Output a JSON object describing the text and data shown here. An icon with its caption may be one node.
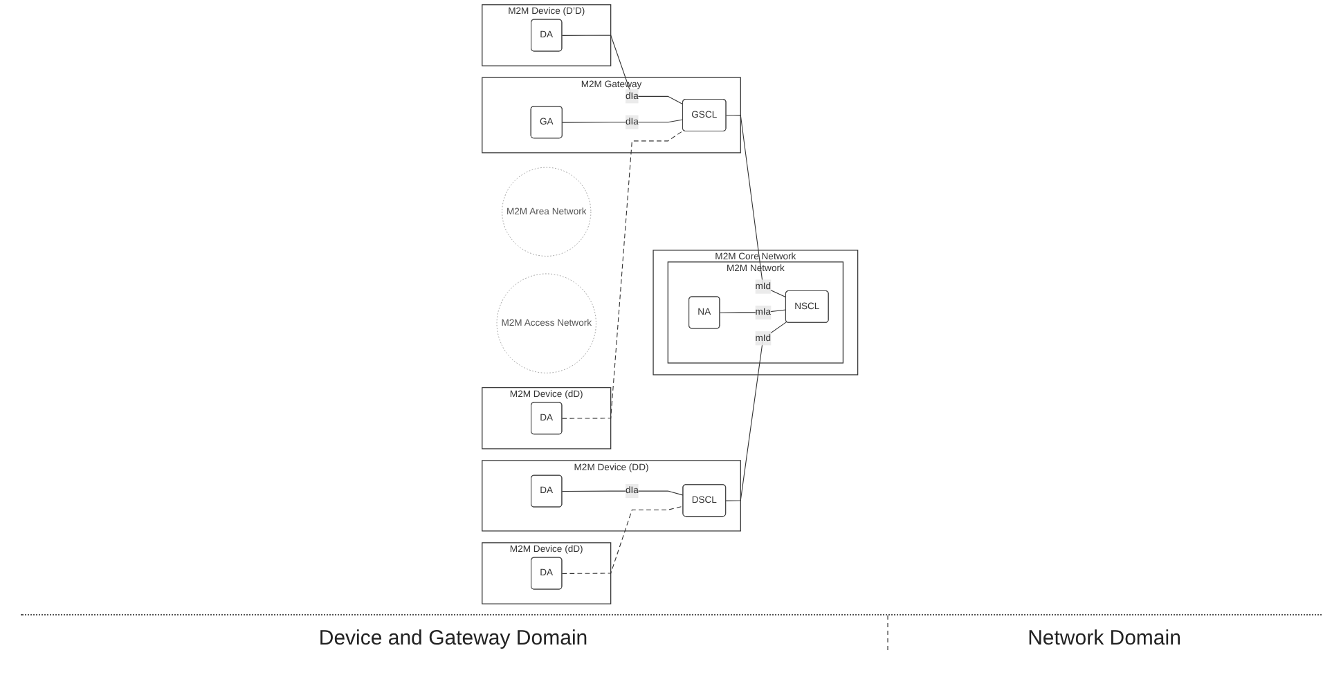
{
  "diagram": {
    "nodes": [
      {
        "text": [
          "M2M Device (D’D)"
        ]
      },
      {
        "text": [
          "DA"
        ],
        "in": 0
      },
      {
        "text": [
          "M2M Area Network"
        ]
      },
      {
        "text": [
          "M2M Gateway"
        ]
      },
      {
        "text": [
          "GA"
        ],
        "in": 3
      },
      {
        "text": [
          "GSCL"
        ],
        "in": 3
      },
      {
        "text": [
          "M2M Access Network"
        ]
      },
      {
        "text": [
          "M2M Core Network"
        ]
      },
      {
        "text": [
          "M2M Network"
        ],
        "in": 7
      },
      {
        "text": [
          "NA"
        ],
        "in": 8
      },
      {
        "text": [
          "NSCL"
        ],
        "in": 8
      },
      {
        "text": [
          "M2M Device (dD)"
        ]
      },
      {
        "text": [
          "DA"
        ],
        "in": 11
      },
      {
        "text": [
          "M2M Device (DD)"
        ]
      },
      {
        "text": [
          "DA"
        ],
        "in": 13
      },
      {
        "text": [
          "DSCL"
        ],
        "in": 13
      },
      {
        "text": [
          "M2M Device (dD)"
        ]
      },
      {
        "text": [
          "DA"
        ],
        "in": 16
      }
    ],
    "edges": [
      {
        "from": 1,
        "to": 5,
        "arrow": "none",
        "label": "dIa"
      },
      {
        "from": 4,
        "to": 5,
        "arrow": "none",
        "label": "dIa"
      },
      {
        "from": 12,
        "to": 5,
        "arrow": "none",
        "style": "dashed"
      },
      {
        "from": 5,
        "to": 10,
        "arrow": "none",
        "label": "mId"
      },
      {
        "from": 9,
        "to": 10,
        "arrow": "none",
        "label": "mIa"
      },
      {
        "from": 14,
        "to": 15,
        "arrow": "none",
        "label": "dIa"
      },
      {
        "from": 15,
        "to": 10,
        "arrow": "none",
        "label": "mId"
      },
      {
        "from": 17,
        "to": 15,
        "arrow": "none",
        "style": "dashed"
      }
    ],
    "labels": [
      "Device and Gateway Domain",
      "Network Domain"
    ]
  }
}
